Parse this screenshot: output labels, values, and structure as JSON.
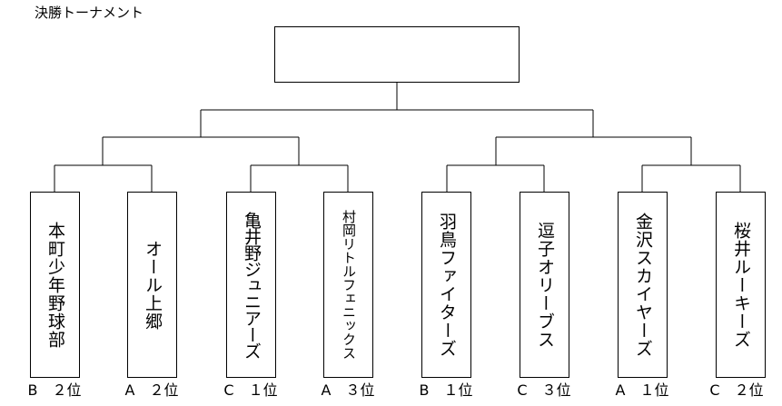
{
  "title": "決勝トーナメント",
  "winner": "",
  "teams": [
    {
      "name": "本町少年野球部",
      "seed": "B　２位"
    },
    {
      "name": "オール上郷",
      "seed": "A　２位"
    },
    {
      "name": "亀井野ジュニアーズ",
      "seed": "C　１位"
    },
    {
      "name": "村岡リトルフェニックス",
      "seed": "A　３位"
    },
    {
      "name": "羽鳥ファイターズ",
      "seed": "B　１位"
    },
    {
      "name": "逗子オリーブス",
      "seed": "C　３位"
    },
    {
      "name": "金沢スカイヤーズ",
      "seed": "A　１位"
    },
    {
      "name": "桜井ルーキーズ",
      "seed": "C　２位"
    }
  ]
}
